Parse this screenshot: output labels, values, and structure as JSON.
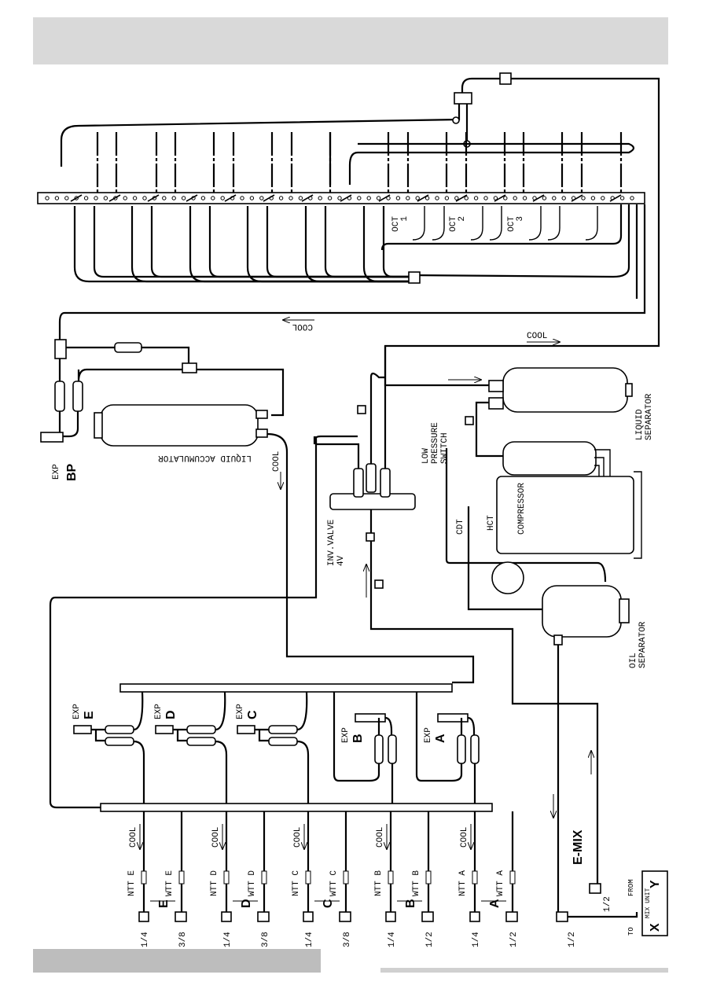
{
  "labels": {
    "cool": "COOL",
    "oct1": "OCT\n1",
    "oct1_a": "OCT",
    "oct1_b": "1",
    "oct2_a": "OCT",
    "oct2_b": "2",
    "oct3_a": "OCT",
    "oct3_b": "3",
    "liquid_separator_a": "LIQUID",
    "liquid_separator_b": "SEPARATOR",
    "low_pressure_a": "LOW",
    "low_pressure_b": "PRESSURE",
    "low_pressure_c": "SWITCH",
    "compressor": "COMPRESSOR",
    "hct": "HCT",
    "cdt": "CDT",
    "oil_separator_a": "OIL",
    "oil_separator_b": "SEPARATOR",
    "liquid_accumulator": "LIQUID ACCUMULATOR",
    "inv_valve_a": "INV.VALVE",
    "inv_valve_b": "4V",
    "exp": "EXP",
    "exp_bp": "BP",
    "exp_e": "E",
    "exp_d": "D",
    "exp_c": "C",
    "exp_b": "B",
    "exp_a": "A",
    "emix": "E-MIX",
    "from": "FROM",
    "to": "TO",
    "x": "X",
    "y": "Y",
    "mix_unit": "MIX UNIT"
  },
  "ports": [
    {
      "ntt": "NTT E",
      "wtt": "WTT E",
      "letter": "E",
      "size_ntt": "1/4",
      "size_wtt": "3/8"
    },
    {
      "ntt": "NTT D",
      "wtt": "WTT D",
      "letter": "D",
      "size_ntt": "1/4",
      "size_wtt": "3/8"
    },
    {
      "ntt": "NTT C",
      "wtt": "WTT C",
      "letter": "C",
      "size_ntt": "1/4",
      "size_wtt": "3/8"
    },
    {
      "ntt": "NTT B",
      "wtt": "WTT B",
      "letter": "B",
      "size_ntt": "1/4",
      "size_wtt": "1/2"
    },
    {
      "ntt": "NTT A",
      "wtt": "WTT A",
      "letter": "A",
      "size_ntt": "1/4",
      "size_wtt": "1/2"
    }
  ],
  "mix_sizes": {
    "to": "1/2",
    "from": "1/2"
  }
}
